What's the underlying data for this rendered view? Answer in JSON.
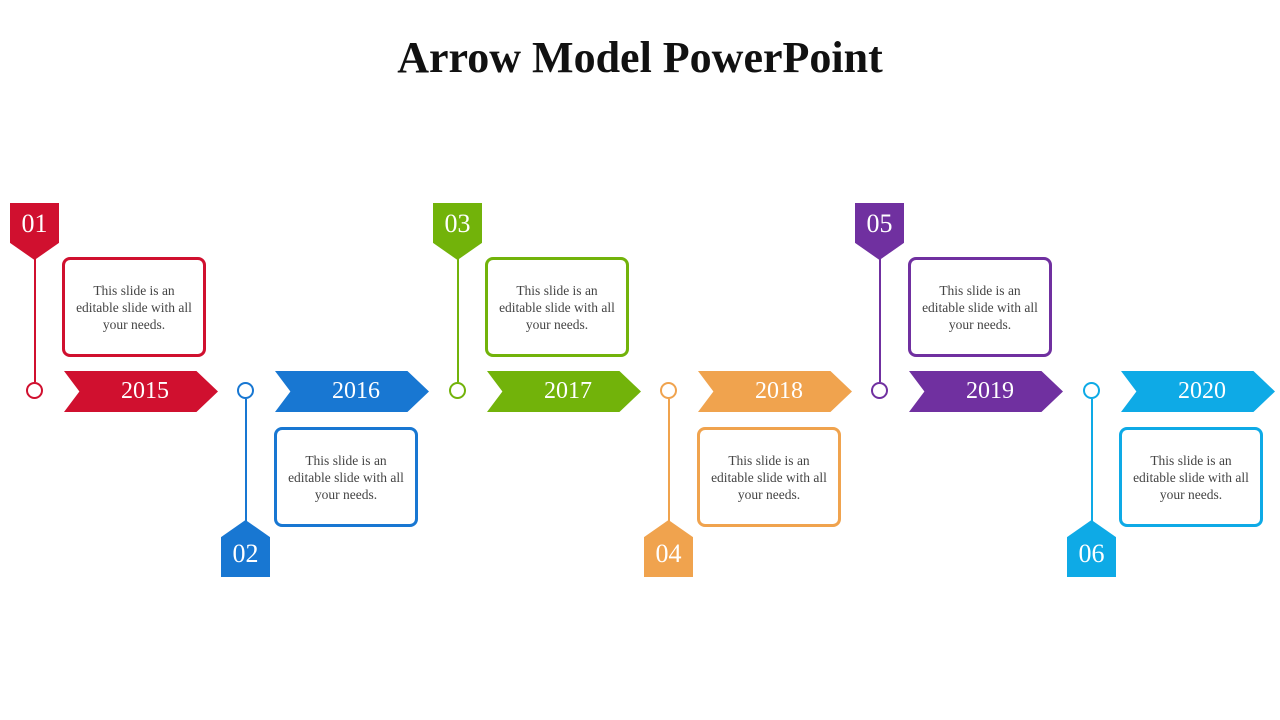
{
  "title": "Arrow Model PowerPoint",
  "steps": [
    {
      "number": "01",
      "year": "2015",
      "text": "This slide is an editable slide with all your needs.",
      "color": "#d0102f"
    },
    {
      "number": "02",
      "year": "2016",
      "text": "This slide is an editable slide with all your needs.",
      "color": "#1877d2"
    },
    {
      "number": "03",
      "year": "2017",
      "text": "This slide is an editable slide with all your needs.",
      "color": "#72b30a"
    },
    {
      "number": "04",
      "year": "2018",
      "text": "This slide is an editable slide with all your needs.",
      "color": "#f0a34e"
    },
    {
      "number": "05",
      "year": "2019",
      "text": "This slide is an editable slide with all your needs.",
      "color": "#7030a0"
    },
    {
      "number": "06",
      "year": "2020",
      "text": "This slide is an editable slide with all your needs.",
      "color": "#0eaae6"
    }
  ]
}
